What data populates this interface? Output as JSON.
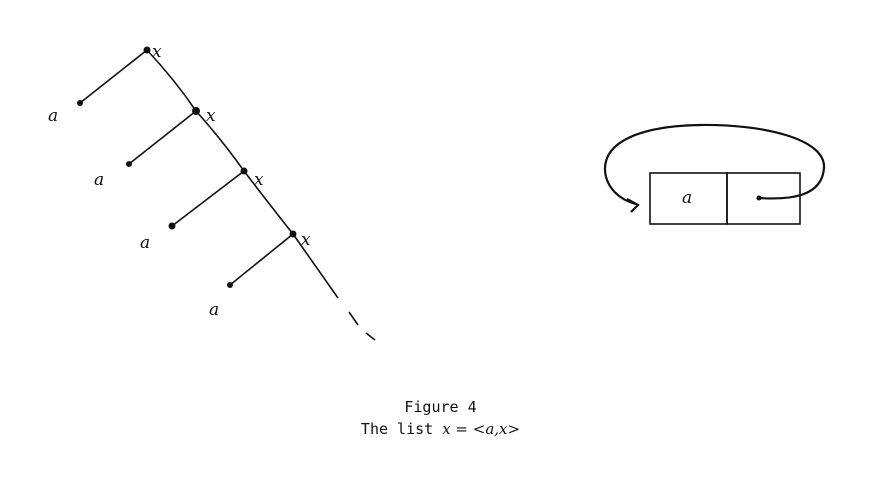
{
  "diagram": {
    "tree_nodes": [
      {
        "label": "x",
        "leaf_label": "a"
      },
      {
        "label": "x",
        "leaf_label": "a"
      },
      {
        "label": "x",
        "leaf_label": "a"
      },
      {
        "label": "x",
        "leaf_label": "a"
      }
    ],
    "cell": {
      "head_value": "a"
    }
  },
  "caption": {
    "title": "Figure 4",
    "prefix": "The list",
    "expression": "x = <a,x>"
  }
}
